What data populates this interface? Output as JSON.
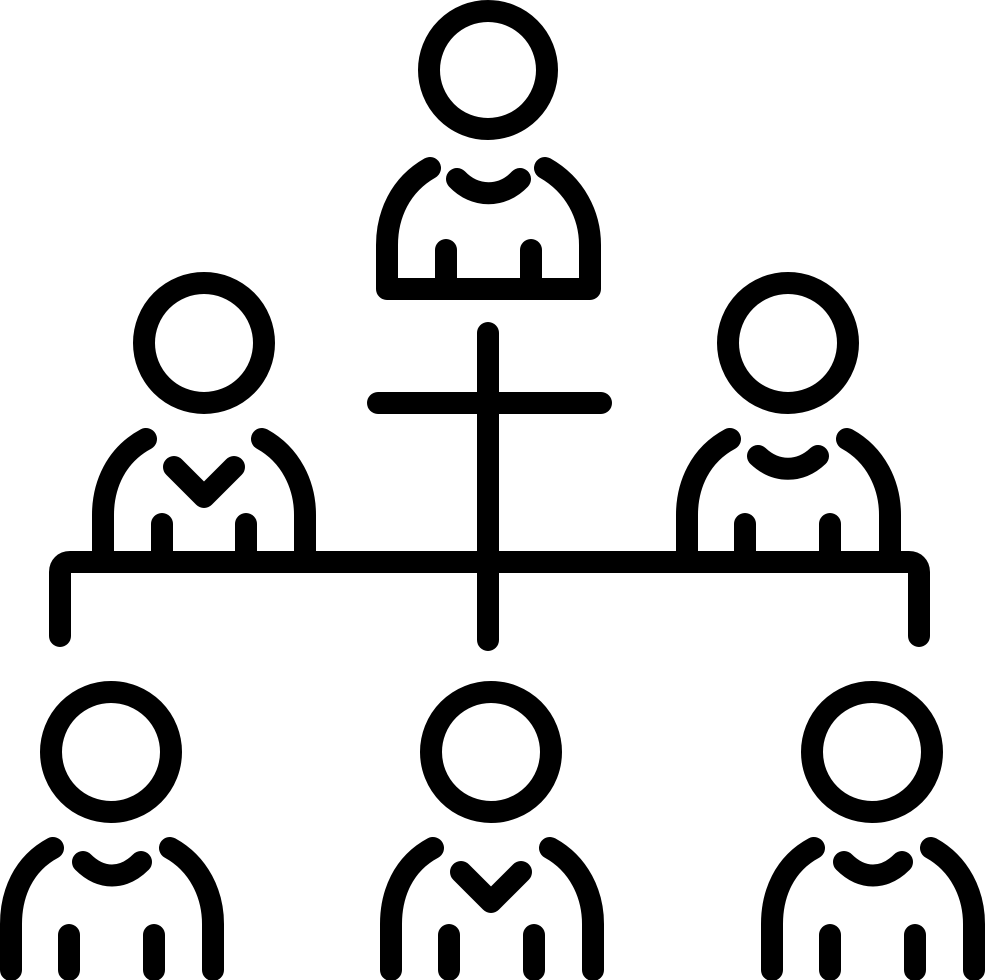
{
  "icon": {
    "name": "org-chart-hierarchy-icon",
    "style": "line",
    "stroke_color": "#000000",
    "background_color": "#ffffff",
    "people_count": 6,
    "levels": [
      1,
      2,
      3
    ]
  }
}
